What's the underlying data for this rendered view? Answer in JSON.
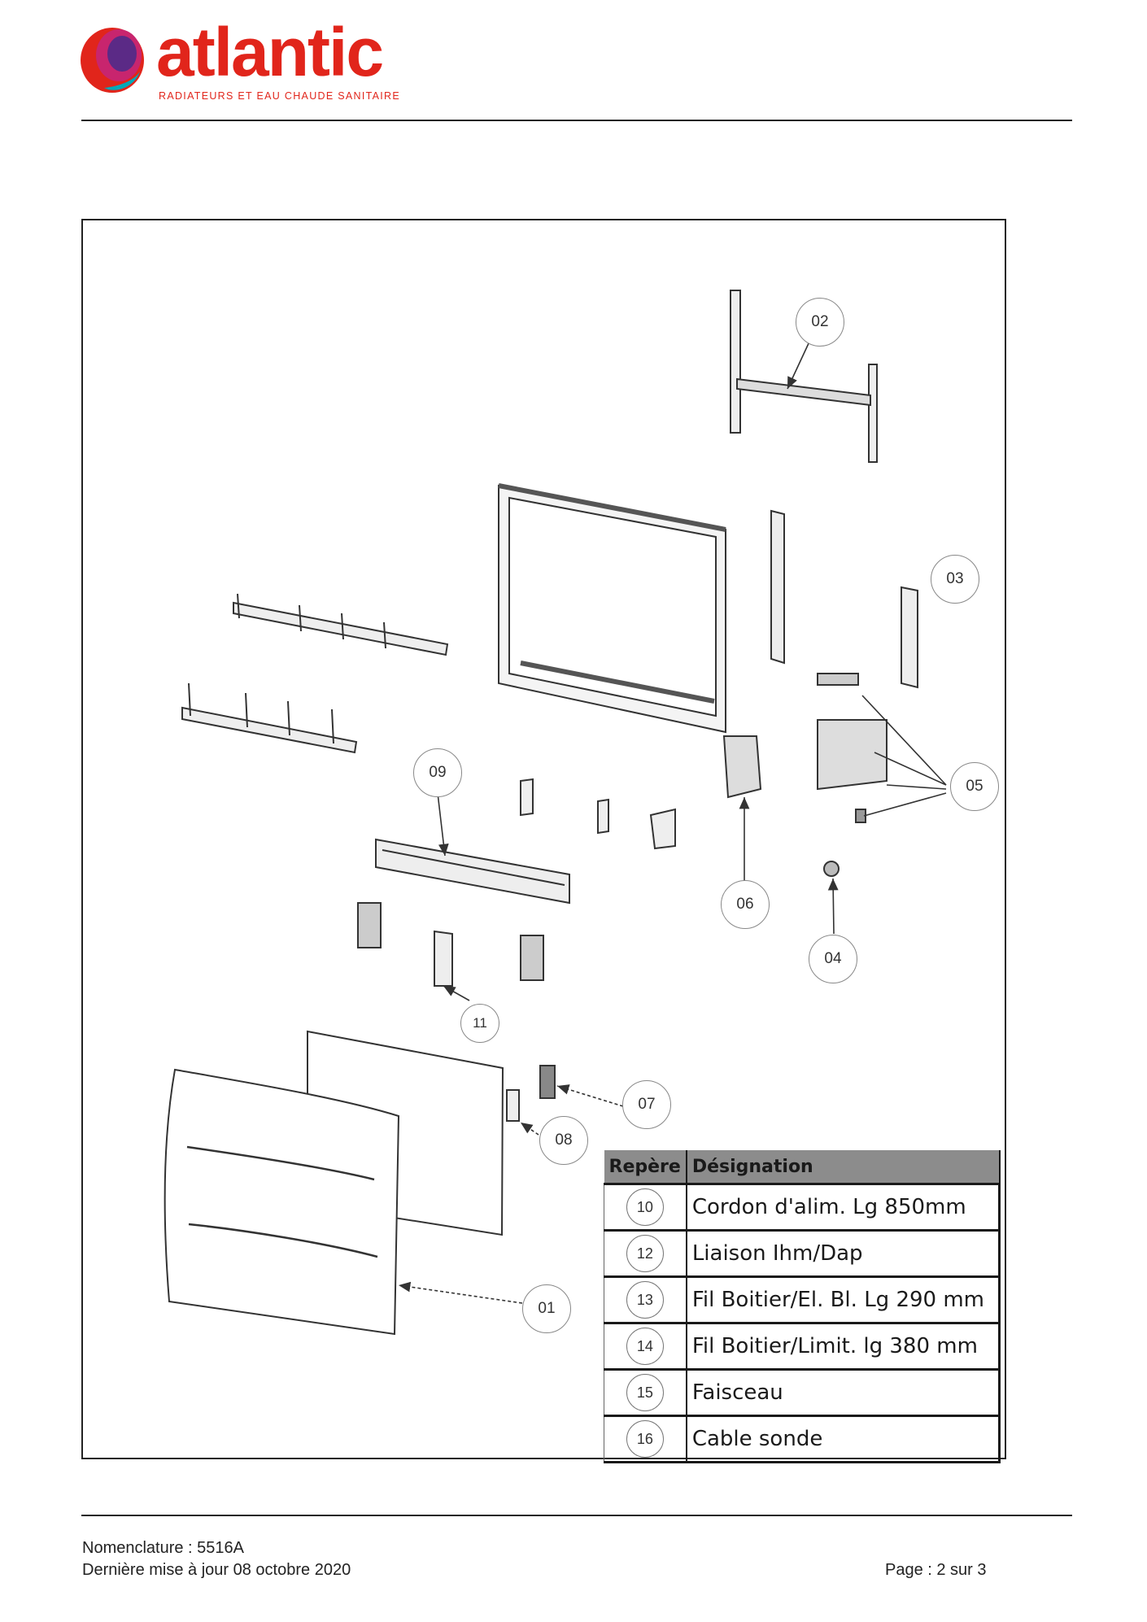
{
  "header": {
    "brand": "atlantic",
    "tagline": "RADIATEURS ET EAU CHAUDE SANITAIRE",
    "colors": {
      "brand_red": "#e1251b",
      "logo_magenta": "#c8256e",
      "logo_purple": "#5b2a86",
      "logo_teal": "#00a9b8"
    }
  },
  "diagram": {
    "callouts": {
      "c01": "01",
      "c02": "02",
      "c03": "03",
      "c04": "04",
      "c05": "05",
      "c06": "06",
      "c07": "07",
      "c08": "08",
      "c09": "09",
      "c11": "11"
    }
  },
  "legend": {
    "header_rep": "Repère",
    "header_des": "Désignation",
    "header_color": "#8c8c8c",
    "rows": [
      {
        "rep": "10",
        "des": "Cordon d'alim. Lg  850mm"
      },
      {
        "rep": "12",
        "des": "Liaison Ihm/Dap"
      },
      {
        "rep": "13",
        "des": "Fil Boitier/El. Bl. Lg 290 mm"
      },
      {
        "rep": "14",
        "des": "Fil Boitier/Limit. lg 380 mm"
      },
      {
        "rep": "15",
        "des": "Faisceau"
      },
      {
        "rep": "16",
        "des": "Cable sonde"
      }
    ]
  },
  "footer": {
    "nomenclature": "Nomenclature : 5516A",
    "update": "Dernière mise à jour 08 octobre 2020",
    "page": "Page : 2 sur 3"
  }
}
